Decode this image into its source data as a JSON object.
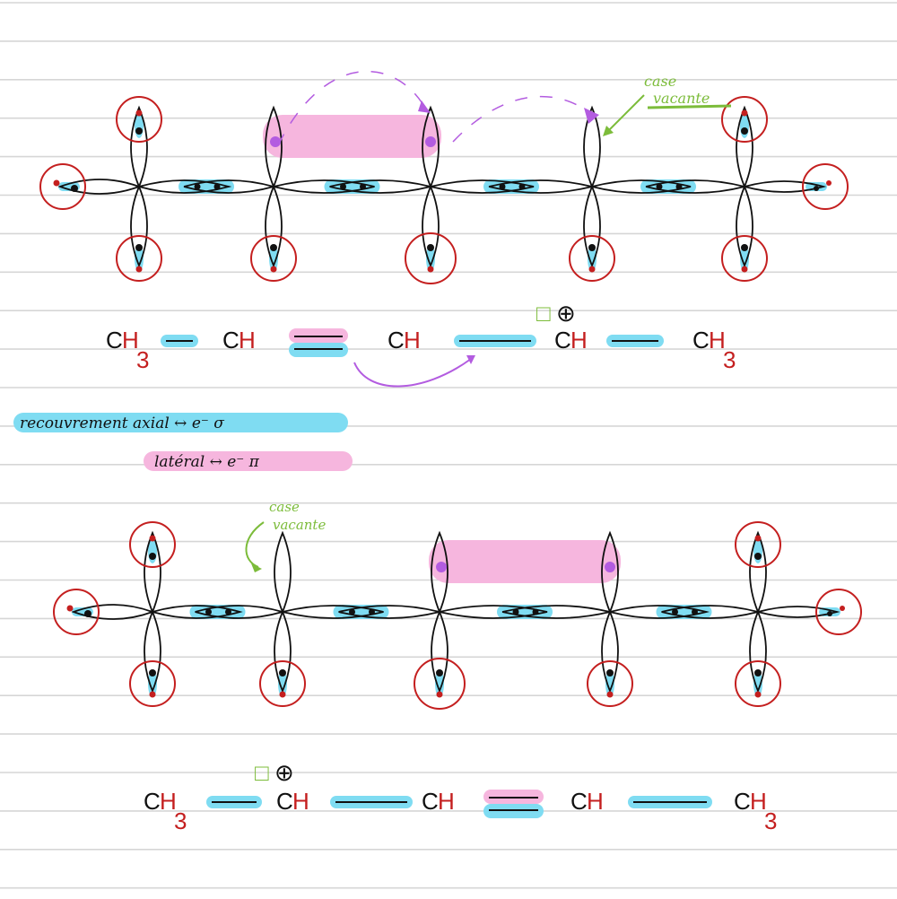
{
  "colors": {
    "paper": "#ffffff",
    "rule": "#d6d6d6",
    "ink": "#111111",
    "hydrogen": "#c41f1f",
    "sigma_highlight": "#7fdcf2",
    "pi_highlight": "#f6b6de",
    "arrow": "#b35ce0",
    "annotation": "#7cbc3a"
  },
  "diagram_top": {
    "annotation": {
      "line1": "case",
      "line2": "vacante"
    },
    "formula": {
      "groups": [
        {
          "c": "C",
          "h": "H",
          "sub": "3"
        },
        {
          "c": "C",
          "h": "H",
          "sub": ""
        },
        {
          "c": "C",
          "h": "H",
          "sub": ""
        },
        {
          "c": "C",
          "h": "H",
          "sub": ""
        },
        {
          "c": "C",
          "h": "H",
          "sub": "3"
        }
      ],
      "bonds": [
        "single",
        "double",
        "single",
        "single"
      ],
      "charge": "⊕",
      "vacancy_symbol": "□"
    }
  },
  "legend": {
    "axial": "recouvrement axial ↔ e⁻ σ",
    "lateral": "latéral ↔ e⁻ π"
  },
  "diagram_bottom": {
    "annotation": {
      "line1": "case",
      "line2": "vacante"
    },
    "formula": {
      "groups": [
        {
          "c": "C",
          "h": "H",
          "sub": "3"
        },
        {
          "c": "C",
          "h": "H",
          "sub": ""
        },
        {
          "c": "C",
          "h": "H",
          "sub": ""
        },
        {
          "c": "C",
          "h": "H",
          "sub": ""
        },
        {
          "c": "C",
          "h": "H",
          "sub": "3"
        }
      ],
      "bonds": [
        "single",
        "single",
        "double",
        "single"
      ],
      "charge": "⊕",
      "vacancy_symbol": "□"
    }
  }
}
